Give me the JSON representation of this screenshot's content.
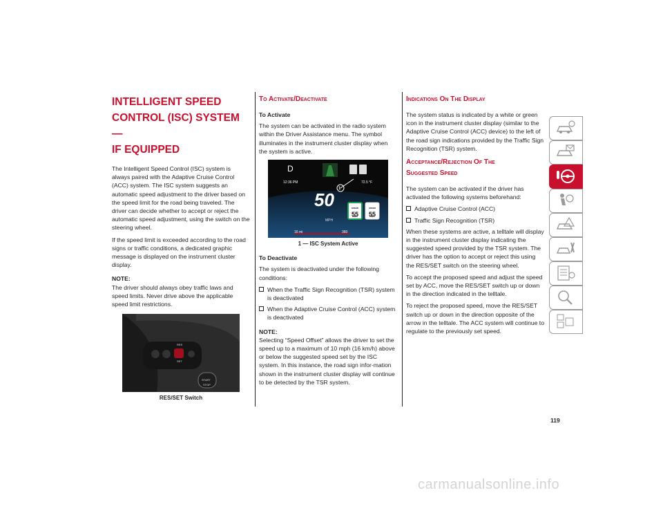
{
  "col1": {
    "heading_lines": [
      "INTELLIGENT SPEED",
      "CONTROL (ISC) SYSTEM —",
      "IF EQUIPPED"
    ],
    "para1": "The Intelligent Speed Control (ISC) system is always paired with the Adaptive Cruise Control (ACC) system. The ISC system suggests an automatic speed adjustment to the driver based on the speed limit for the road being traveled. The driver can decide whether to accept or reject the automatic speed adjustment, using the switch on the steering wheel.",
    "para2": "If the speed limit is exceeded according to the road signs or traffic conditions, a dedicated graphic message is displayed on the instrument cluster display.",
    "note_label": "NOTE:",
    "note_text": "The driver should always obey traffic laws and speed limits. Never drive above the applicable speed limit restrictions.",
    "figure_caption": "RES/SET Switch",
    "wheel_labels": {
      "res": "RES",
      "set": "SET",
      "start": "START",
      "stop": "STOP"
    }
  },
  "col2": {
    "heading": "To Activate/Deactivate",
    "activate_label": "To Activate",
    "activate_text": "The system can be activated in the radio system within the Driver Assistance menu. The symbol illuminates in the instrument cluster display when the system is active.",
    "cluster": {
      "time": "12:36 PM",
      "temp": "72.5 °F",
      "speed": "50",
      "unit": "MPH",
      "gear": "D",
      "odometer": "360",
      "range": "16 mi",
      "sign_text": "SPEED LIMIT",
      "sign_value": "55",
      "callout": "1"
    },
    "figure_caption": "1 — ISC System Active",
    "deactivate_label": "To Deactivate",
    "deactivate_text": "The system is deactivated under the following conditions:",
    "bullets": [
      "When the Traffic Sign Recognition (TSR) system is deactivated",
      "When the Adaptive Cruise Control (ACC) system is deactivated"
    ],
    "note_label": "NOTE:",
    "note_text": "Selecting “Speed Offset” allows the driver to set the speed up to a maximum of 10 mph (16 km/h) above or below the suggested speed set by the ISC system. In this instance, the road sign infor-mation shown in the instrument cluster display will continue to be detected by the TSR system."
  },
  "col3": {
    "heading": "Indications On The Display",
    "para1": "The system status is indicated by a white or green icon in the instrument cluster display (similar to the Adaptive Cruise Control (ACC) device) to the left of the road sign indications provided by the Traffic Sign Recognition (TSR) system.",
    "heading2_lines": [
      "Acceptance/Rejection Of The",
      "Suggested Speed"
    ],
    "para2": "The system can be activated if the driver has activated the following systems beforehand:",
    "bullets": [
      "Adaptive Cruise Control (ACC)",
      "Traffic Sign Recognition (TSR)"
    ],
    "para3": "When these systems are active, a telltale will display in the instrument cluster display indicating the suggested speed provided by the TSR system. The driver has the option to accept or reject this using the RES/SET switch on the steering wheel.",
    "para4": "To accept the proposed speed and adjust the speed set by ACC, move the RES/SET switch up or down in the direction indicated in the telltale.",
    "para5": "To reject the proposed speed, move the RES/SET switch up or down in the direction opposite of the arrow in the telltale. The ACC system will continue to regulate to the previously set speed."
  },
  "page_number": "119",
  "watermark": "carmanualsonline.info",
  "tabs": [
    {
      "icon": "car-info-icon",
      "active": false
    },
    {
      "icon": "car-mail-icon",
      "active": false
    },
    {
      "icon": "steering-wheel-icon",
      "active": true
    },
    {
      "icon": "airbag-person-icon",
      "active": false
    },
    {
      "icon": "car-warning-icon",
      "active": false
    },
    {
      "icon": "car-tools-icon",
      "active": false
    },
    {
      "icon": "checklist-icon",
      "active": false
    },
    {
      "icon": "magnifier-icon",
      "active": false
    },
    {
      "icon": "language-icon",
      "active": false
    }
  ],
  "colors": {
    "accent": "#c8102e",
    "text": "#231f20"
  }
}
